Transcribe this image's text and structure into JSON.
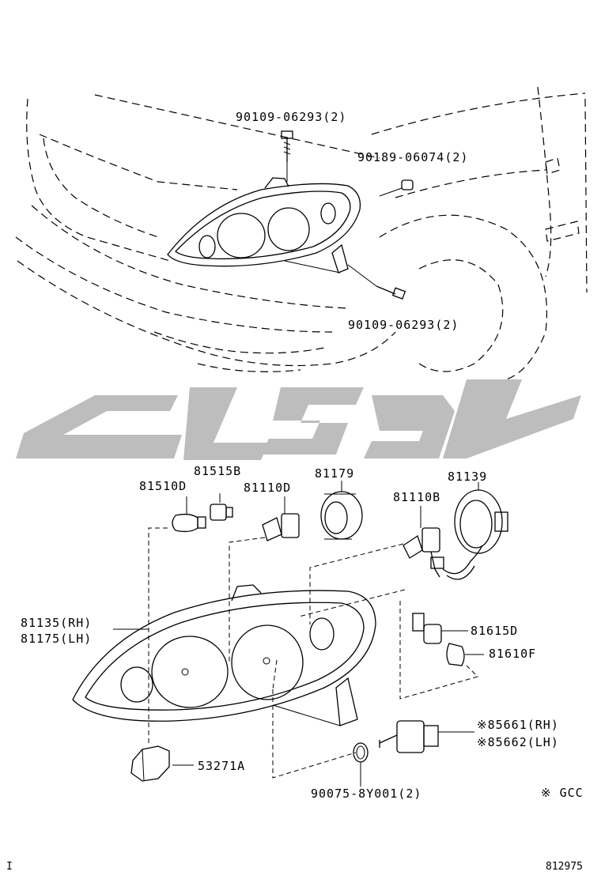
{
  "diagram": {
    "part_labels": {
      "bolt_top": "90109-06293(2)",
      "clip": "90189-06074(2)",
      "bolt_bottom": "90109-06293(2)",
      "bulb_base": "81515B",
      "bulb_small": "81510D",
      "bulb_mid": "81110D",
      "cover": "81179",
      "bulb_high": "81110B",
      "socket_cover": "81139",
      "unit_rh": "81135(RH)",
      "unit_lh": "81175(LH)",
      "socket": "81615D",
      "bulb_signal": "81610F",
      "motor_rh": "※85661(RH)",
      "motor_lh": "※85662(LH)",
      "gasket": "90075-8Y001(2)",
      "bracket": "53271A"
    },
    "note": "※ GCC",
    "footer_left": "I",
    "footer_right": "812975"
  }
}
